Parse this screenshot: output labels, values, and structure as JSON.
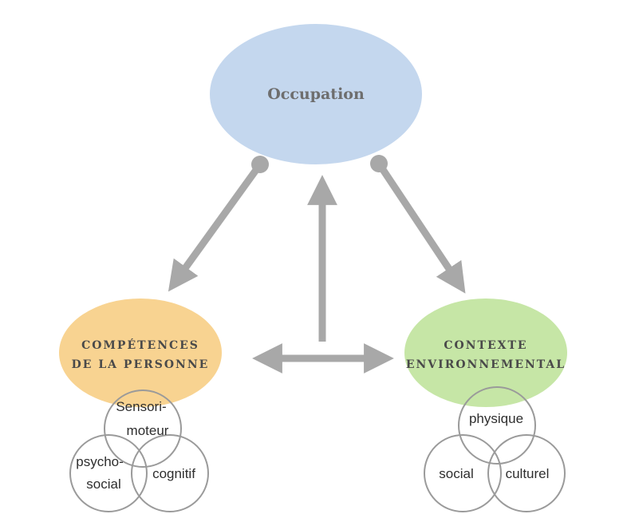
{
  "occupation": {
    "label": "Occupation",
    "color": "#c4d7ee"
  },
  "person": {
    "line1": "COMPÉTENCES",
    "line2": "DE LA PERSONNE",
    "color": "#f8d391",
    "circles": {
      "sensorimoteur": [
        "Sensori-",
        "moteur"
      ],
      "psychosocial": [
        "psycho-",
        "social"
      ],
      "cognitif": "cognitif"
    }
  },
  "environment": {
    "line1": "CONTEXTE",
    "line2": "ENVIRONNEMENTAL",
    "color": "#c6e6a6",
    "circles": {
      "physique": "physique",
      "social": "social",
      "culturel": "culturel"
    }
  },
  "colors": {
    "arrow": "#a8a8a8",
    "circle_stroke": "#9a9a9a"
  }
}
